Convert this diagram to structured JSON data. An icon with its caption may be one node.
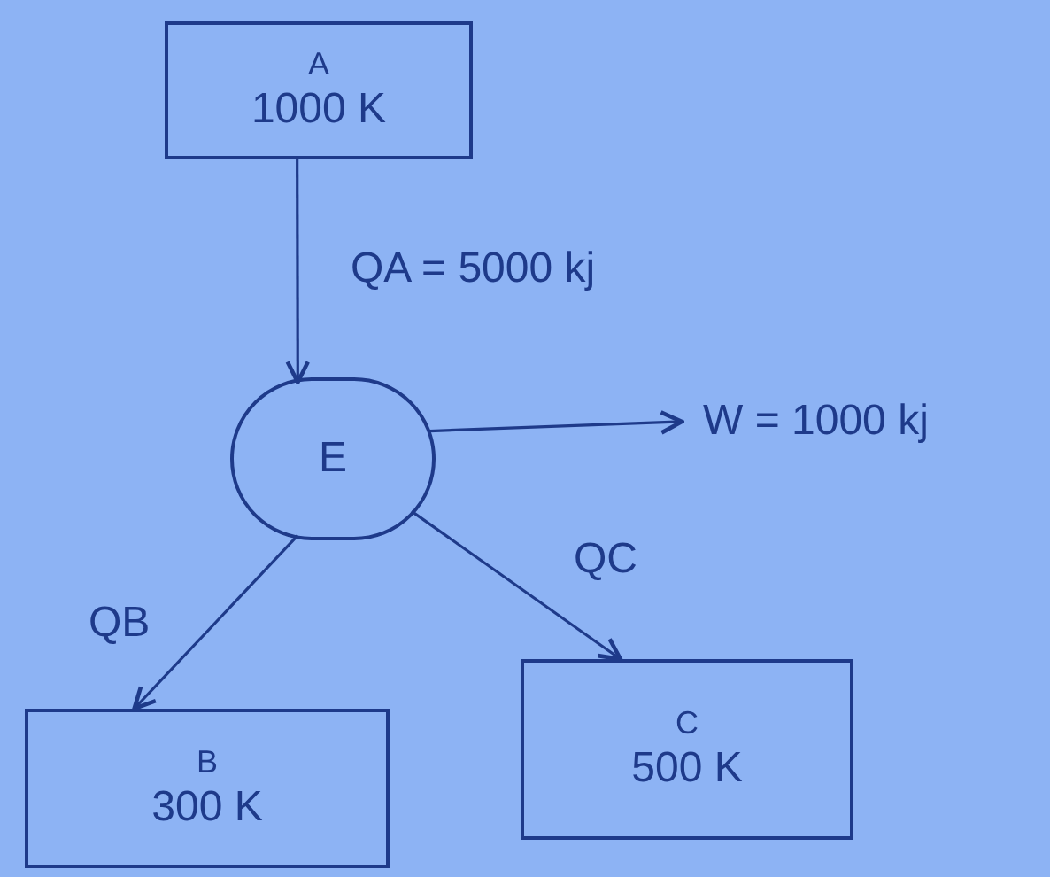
{
  "diagram": {
    "nodes": [
      {
        "text": [
          "A",
          "1000 K"
        ]
      },
      {
        "text": [
          "E"
        ]
      },
      {
        "text": [
          "B",
          "300 K"
        ]
      },
      {
        "text": [
          "C",
          "500 K"
        ]
      }
    ],
    "edges": [
      {
        "from": 0,
        "to": 1,
        "arrow": "to",
        "label": "QA = 5000 kj"
      },
      {
        "from": 1,
        "to": null,
        "arrow": "to",
        "label": "W = 1000 kj"
      },
      {
        "from": 1,
        "to": 2,
        "arrow": "to",
        "label": "QB"
      },
      {
        "from": 1,
        "to": 3,
        "arrow": "to",
        "label": "QC"
      }
    ]
  }
}
